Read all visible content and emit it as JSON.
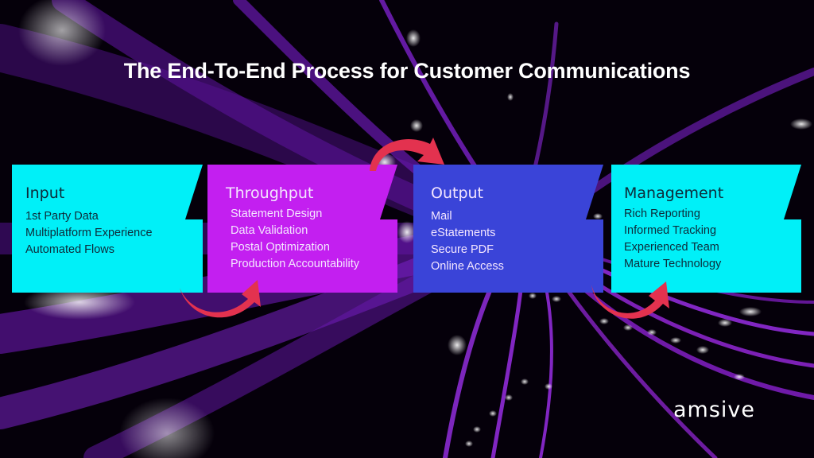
{
  "title": "The End-To-End Process for Customer Communications",
  "colors": {
    "input": "#00f0f8",
    "throughput": "#c31ff0",
    "output": "#3a44d8",
    "management": "#00f0f8",
    "arrow": "#e3324f",
    "background": "#05000a",
    "streak": "#7a1fc8"
  },
  "stages": [
    {
      "heading": "Input",
      "items": [
        "1st Party Data",
        "Multiplatform Experience",
        "Automated Flows"
      ]
    },
    {
      "heading": "Throughput",
      "items": [
        "Statement Design",
        "Data Validation",
        "Postal Optimization",
        "Production Accountability"
      ]
    },
    {
      "heading": "Output",
      "items": [
        "Mail",
        "eStatements",
        "Secure PDF",
        "Online Access"
      ]
    },
    {
      "heading": "Management",
      "items": [
        "Rich Reporting",
        "Informed Tracking",
        "Experienced Team",
        "Mature Technology"
      ]
    }
  ],
  "logo": "amsive"
}
